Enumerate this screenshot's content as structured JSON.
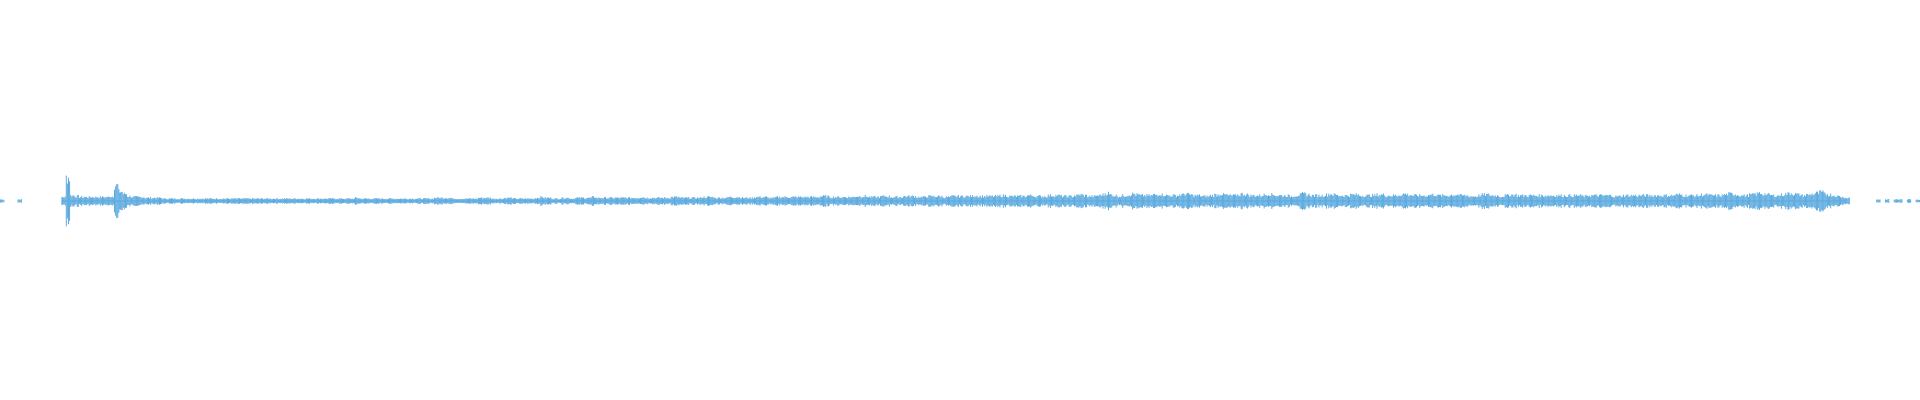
{
  "waveform": {
    "color": "#5aa9df",
    "envelope": [
      0.02,
      0.0,
      0.0,
      0.0,
      0.02,
      0.0,
      0.0,
      0.0,
      0.0,
      0.0,
      0.0,
      0.0,
      0.0,
      0.0,
      0.05,
      0.3,
      0.07,
      0.06,
      0.05,
      0.05,
      0.05,
      0.05,
      0.05,
      0.05,
      0.05,
      0.06,
      0.2,
      0.12,
      0.09,
      0.06,
      0.05,
      0.05,
      0.05,
      0.04,
      0.04,
      0.04,
      0.04,
      0.03,
      0.03,
      0.03,
      0.03,
      0.03,
      0.03,
      0.03,
      0.03,
      0.03,
      0.03,
      0.03,
      0.03,
      0.03,
      0.03,
      0.03,
      0.03,
      0.03,
      0.03,
      0.03,
      0.03,
      0.03,
      0.03,
      0.03,
      0.03,
      0.03,
      0.03,
      0.03,
      0.03,
      0.03,
      0.03,
      0.03,
      0.03,
      0.03,
      0.03,
      0.03,
      0.03,
      0.03,
      0.03,
      0.03,
      0.03,
      0.03,
      0.03,
      0.03,
      0.03,
      0.04,
      0.03,
      0.03,
      0.03,
      0.03,
      0.03,
      0.03,
      0.03,
      0.03,
      0.03,
      0.03,
      0.03,
      0.03,
      0.03,
      0.03,
      0.03,
      0.03,
      0.03,
      0.04,
      0.04,
      0.04,
      0.04,
      0.03,
      0.03,
      0.03,
      0.03,
      0.03,
      0.03,
      0.04,
      0.04,
      0.04,
      0.03,
      0.03,
      0.03,
      0.04,
      0.04,
      0.03,
      0.03,
      0.03,
      0.03,
      0.03,
      0.04,
      0.05,
      0.04,
      0.04,
      0.03,
      0.03,
      0.04,
      0.04,
      0.03,
      0.04,
      0.04,
      0.04,
      0.04,
      0.05,
      0.04,
      0.04,
      0.04,
      0.04,
      0.04,
      0.04,
      0.04,
      0.04,
      0.04,
      0.04,
      0.05,
      0.04,
      0.04,
      0.04,
      0.04,
      0.04,
      0.04,
      0.05,
      0.05,
      0.04,
      0.04,
      0.04,
      0.04,
      0.04,
      0.05,
      0.05,
      0.05,
      0.04,
      0.04,
      0.04,
      0.05,
      0.05,
      0.05,
      0.04,
      0.04,
      0.04,
      0.05,
      0.05,
      0.05,
      0.04,
      0.04,
      0.05,
      0.05,
      0.05,
      0.05,
      0.05,
      0.05,
      0.05,
      0.05,
      0.05,
      0.05,
      0.06,
      0.06,
      0.05,
      0.05,
      0.05,
      0.05,
      0.05,
      0.05,
      0.06,
      0.06,
      0.06,
      0.05,
      0.05,
      0.05,
      0.06,
      0.06,
      0.05,
      0.05,
      0.05,
      0.06,
      0.06,
      0.06,
      0.05,
      0.05,
      0.06,
      0.06,
      0.06,
      0.06,
      0.05,
      0.05,
      0.06,
      0.06,
      0.06,
      0.06,
      0.06,
      0.07,
      0.06,
      0.06,
      0.06,
      0.06,
      0.06,
      0.07,
      0.07,
      0.06,
      0.06,
      0.06,
      0.06,
      0.07,
      0.07,
      0.06,
      0.06,
      0.06,
      0.07,
      0.07,
      0.07,
      0.06,
      0.06,
      0.06,
      0.07,
      0.08,
      0.07,
      0.06,
      0.06,
      0.07,
      0.08,
      0.1,
      0.08,
      0.07,
      0.06,
      0.07,
      0.08,
      0.09,
      0.08,
      0.07,
      0.07,
      0.07,
      0.08,
      0.09,
      0.08,
      0.07,
      0.07,
      0.07,
      0.08,
      0.09,
      0.08,
      0.07,
      0.07,
      0.06,
      0.06,
      0.07,
      0.08,
      0.09,
      0.08,
      0.07,
      0.07,
      0.08,
      0.09,
      0.08,
      0.07,
      0.07,
      0.07,
      0.08,
      0.09,
      0.08,
      0.07,
      0.07,
      0.07,
      0.06,
      0.07,
      0.08,
      0.09,
      0.08,
      0.07,
      0.07,
      0.07,
      0.08,
      0.09,
      0.08,
      0.07,
      0.07,
      0.07,
      0.08,
      0.08,
      0.07,
      0.07,
      0.07,
      0.07,
      0.08,
      0.08,
      0.07,
      0.07,
      0.07,
      0.08,
      0.09,
      0.08,
      0.07,
      0.07,
      0.07,
      0.07,
      0.08,
      0.08,
      0.07,
      0.07,
      0.07,
      0.08,
      0.08,
      0.07,
      0.07,
      0.06,
      0.06,
      0.07,
      0.08,
      0.08,
      0.07,
      0.07,
      0.06,
      0.07,
      0.08,
      0.08,
      0.07,
      0.07,
      0.07,
      0.07,
      0.07,
      0.07,
      0.07,
      0.07,
      0.07,
      0.07,
      0.07,
      0.07,
      0.07,
      0.07,
      0.07,
      0.06,
      0.07,
      0.07,
      0.07,
      0.07,
      0.07,
      0.07,
      0.06,
      0.06,
      0.07,
      0.07,
      0.07,
      0.07,
      0.07,
      0.07,
      0.07,
      0.07,
      0.07,
      0.07,
      0.07,
      0.07,
      0.08,
      0.08,
      0.07,
      0.07,
      0.07,
      0.07,
      0.08,
      0.08,
      0.07,
      0.07,
      0.07,
      0.08,
      0.09,
      0.09,
      0.08,
      0.07,
      0.07,
      0.08,
      0.09,
      0.1,
      0.09,
      0.08,
      0.07,
      0.07,
      0.08,
      0.09,
      0.1,
      0.09,
      0.08,
      0.07,
      0.08,
      0.09,
      0.1,
      0.11,
      0.09,
      0.08,
      0.07,
      0.06,
      0.05,
      0.04,
      0.0,
      0.0,
      0.0,
      0.0,
      0.0,
      0.0,
      0.02,
      0.0,
      0.02,
      0.0,
      0.02,
      0.02,
      0.0,
      0.02,
      0.0,
      0.02
    ]
  }
}
